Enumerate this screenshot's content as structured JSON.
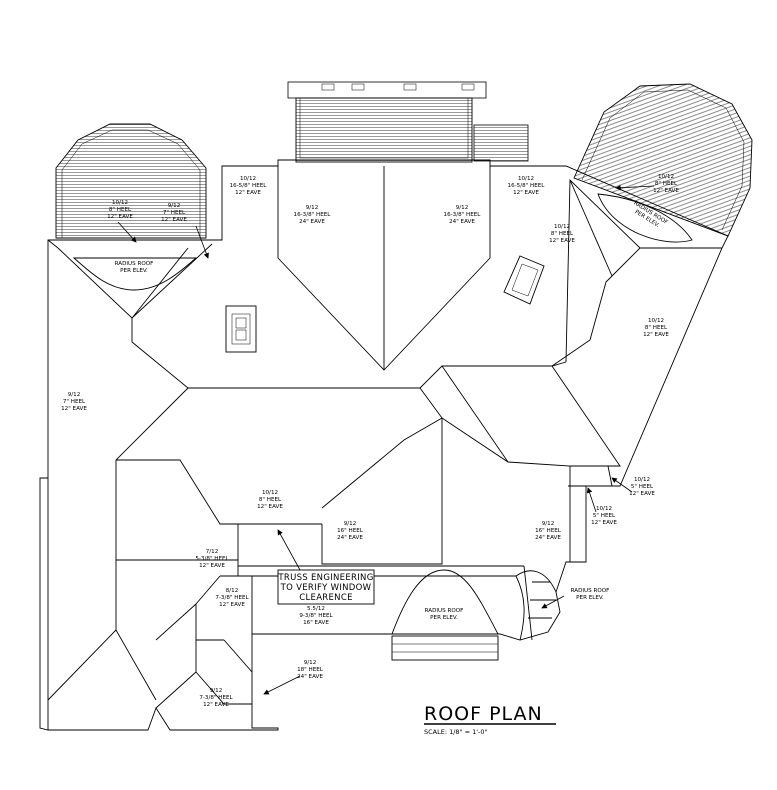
{
  "drawing": {
    "title": "ROOF PLAN",
    "scale": "SCALE: 1/8\" = 1'-0\""
  },
  "callouts": [
    {
      "id": "lbl-west-entry",
      "lines": [
        "10/12",
        "8\" HEEL",
        "12\" EAVE"
      ]
    },
    {
      "id": "lbl-west-entry-b",
      "lines": [
        "9/12",
        "7\" HEEL",
        "12\" EAVE"
      ]
    },
    {
      "id": "lbl-west-radius",
      "lines": [
        "RADIUS ROOF",
        "PER ELEV."
      ]
    },
    {
      "id": "lbl-north-left",
      "lines": [
        "10/12",
        "16-5/8\" HEEL",
        "12\" EAVE"
      ]
    },
    {
      "id": "lbl-north-gable-l",
      "lines": [
        "9/12",
        "16-3/8\" HEEL",
        "24\" EAVE"
      ]
    },
    {
      "id": "lbl-north-gable-r",
      "lines": [
        "9/12",
        "16-3/8\" HEEL",
        "24\" EAVE"
      ]
    },
    {
      "id": "lbl-north-right",
      "lines": [
        "10/12",
        "16-5/8\" HEEL",
        "12\" EAVE"
      ]
    },
    {
      "id": "lbl-ne-hip",
      "lines": [
        "10/12",
        "8\" HEEL",
        "12\" EAVE"
      ]
    },
    {
      "id": "lbl-ne-radius-pitch",
      "lines": [
        "10/12",
        "8\" HEEL",
        "12\" EAVE"
      ]
    },
    {
      "id": "lbl-ne-radius",
      "lines": [
        "RADIUS ROOF",
        "PER ELEV."
      ]
    },
    {
      "id": "lbl-east",
      "lines": [
        "10/12",
        "8\" HEEL",
        "12\" EAVE"
      ]
    },
    {
      "id": "lbl-west-wall",
      "lines": [
        "9/12",
        "7\" HEEL",
        "12\" EAVE"
      ]
    },
    {
      "id": "lbl-center",
      "lines": [
        "10/12",
        "8\" HEEL",
        "12\" EAVE"
      ]
    },
    {
      "id": "lbl-south-center",
      "lines": [
        "9/12",
        "16\" HEEL",
        "24\" EAVE"
      ]
    },
    {
      "id": "lbl-south-right",
      "lines": [
        "9/12",
        "16\" HEEL",
        "24\" EAVE"
      ]
    },
    {
      "id": "lbl-east-small-a",
      "lines": [
        "10/12",
        "5\" HEEL",
        "12\" EAVE"
      ]
    },
    {
      "id": "lbl-east-small-b",
      "lines": [
        "10/12",
        "5\" HEEL",
        "12\" EAVE"
      ]
    },
    {
      "id": "lbl-sw-7",
      "lines": [
        "7/12",
        "5-3/8\" HEEL",
        "12\" EAVE"
      ]
    },
    {
      "id": "lbl-sw-8",
      "lines": [
        "8/12",
        "7-3/8\" HEEL",
        "12\" EAVE"
      ]
    },
    {
      "id": "lbl-porch",
      "lines": [
        "5.5/12",
        "9-3/8\" HEEL",
        "16\" EAVE"
      ]
    },
    {
      "id": "lbl-south-radius",
      "lines": [
        "RADIUS ROOF",
        "PER ELEV."
      ]
    },
    {
      "id": "lbl-se-radius",
      "lines": [
        "RADIUS ROOF",
        "PER ELEV."
      ]
    },
    {
      "id": "lbl-sw-9",
      "lines": [
        "9/12",
        "18\" HEEL",
        "24\" EAVE"
      ]
    },
    {
      "id": "lbl-sw-bottom",
      "lines": [
        "9/12",
        "7-3/8\" HEEL",
        "12\" EAVE"
      ]
    }
  ],
  "note_box": {
    "lines": [
      "TRUSS ENGINEERING",
      "TO VERIFY WINDOW",
      "CLEARENCE"
    ]
  }
}
